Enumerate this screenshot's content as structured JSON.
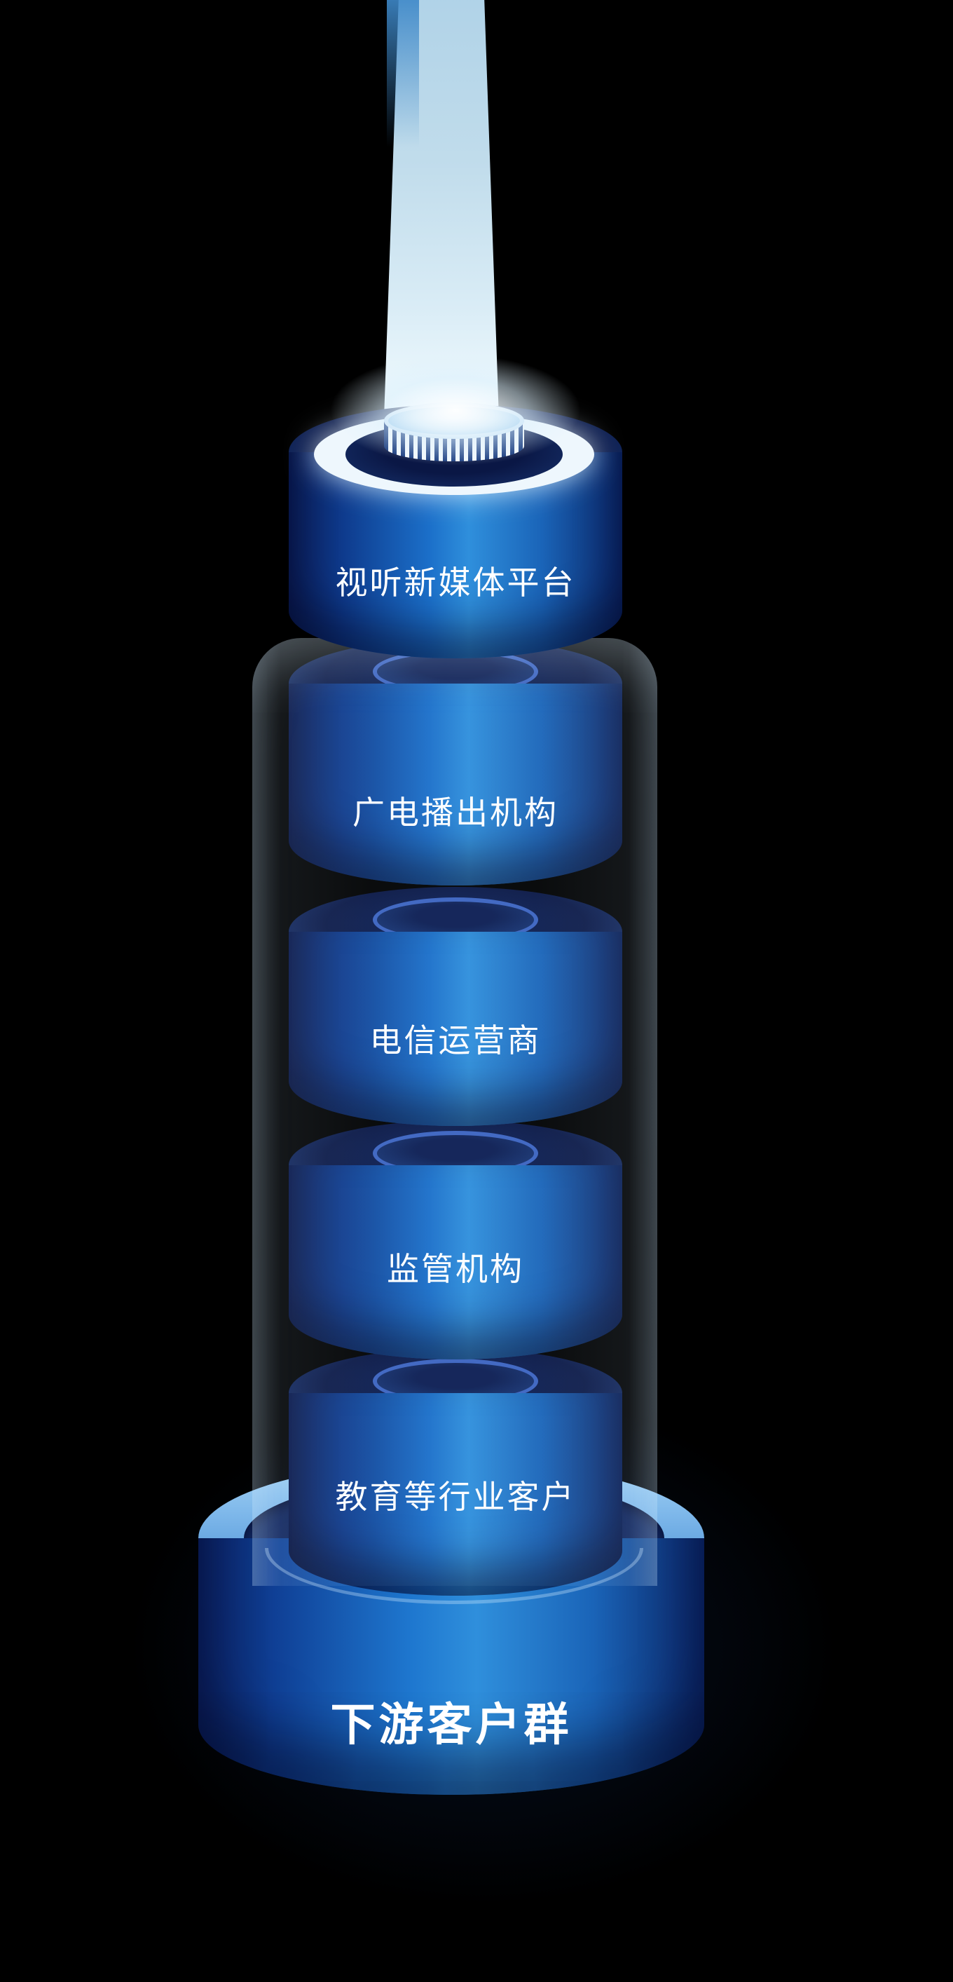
{
  "diagram": {
    "type": "stacked-cylinder-tower",
    "base_label": "下游客户群",
    "segments": [
      {
        "id": "segment-1",
        "label": "视听新媒体平台"
      },
      {
        "id": "segment-2",
        "label": "广电播出机构"
      },
      {
        "id": "segment-3",
        "label": "电信运营商"
      },
      {
        "id": "segment-4",
        "label": "监管机构"
      },
      {
        "id": "segment-5",
        "label": "教育等行业客户"
      }
    ],
    "colors": {
      "background": "#000000",
      "cylinder_edge": "#0a1c56",
      "cylinder_mid": "#1b6fc9",
      "cylinder_highlight": "#2f8fdc",
      "top_face": "#0a1745",
      "socket_ring": "#3c63c0",
      "base_top_light": "#a6d4f4",
      "glass_tube": "rgba(200,230,255,0.12)",
      "light_beam": "#cde7f7",
      "label_text": "#ffffff"
    }
  }
}
